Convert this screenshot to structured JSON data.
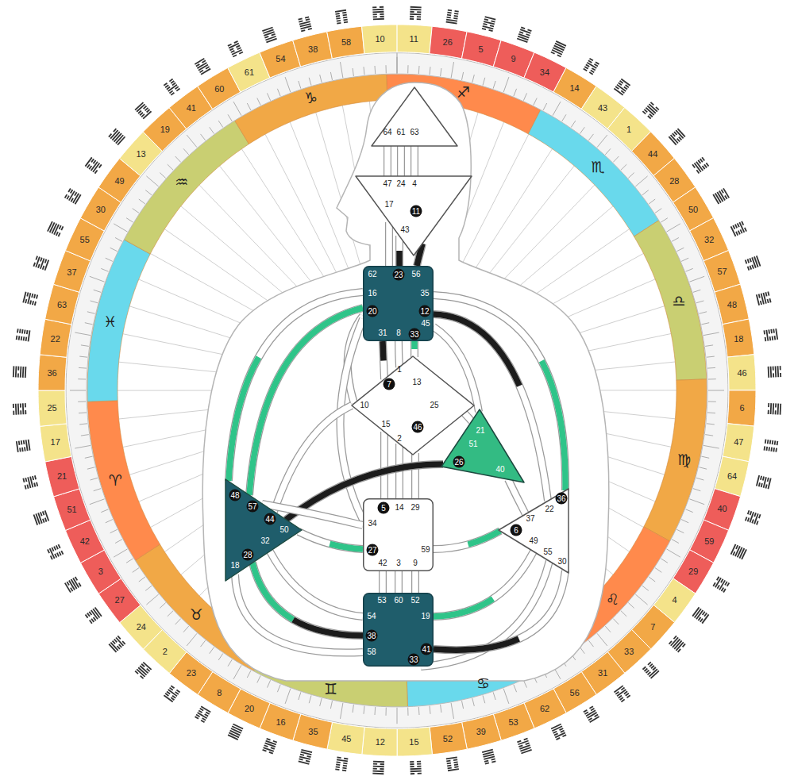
{
  "diagram": {
    "nodes": [
      {
        "text": [
          "64",
          "61",
          "63"
        ]
      },
      {
        "text": [
          "47",
          "24",
          "4",
          "17",
          "11",
          "43"
        ]
      },
      {
        "text": [
          "62",
          "23",
          "56",
          "16",
          "35",
          "20",
          "12",
          "45",
          "31",
          "8",
          "33"
        ]
      },
      {
        "text": [
          "1",
          "7",
          "13",
          "10",
          "25",
          "15",
          "46",
          "2"
        ]
      },
      {
        "text": [
          "21",
          "51",
          "26",
          "40"
        ]
      },
      {
        "text": [
          "48",
          "57",
          "44",
          "50",
          "32",
          "28",
          "18"
        ]
      },
      {
        "text": [
          "5",
          "14",
          "29",
          "34",
          "27",
          "59",
          "42",
          "3",
          "9"
        ]
      },
      {
        "text": [
          "36",
          "22",
          "37",
          "6",
          "49",
          "55",
          "30"
        ]
      },
      {
        "text": [
          "53",
          "60",
          "52",
          "54",
          "19",
          "38",
          "58",
          "41",
          "33"
        ]
      }
    ],
    "edges": [
      {
        "from": 0,
        "to": 1,
        "arrow": "none"
      },
      {
        "from": 0,
        "to": 1,
        "arrow": "none"
      },
      {
        "from": 0,
        "to": 1,
        "arrow": "none"
      },
      {
        "from": 1,
        "to": 2,
        "arrow": "none"
      },
      {
        "from": 1,
        "to": 2,
        "arrow": "none"
      },
      {
        "from": 1,
        "to": 2,
        "arrow": "none"
      },
      {
        "from": 2,
        "to": 5,
        "arrow": "none"
      },
      {
        "from": 2,
        "to": 5,
        "arrow": "none"
      },
      {
        "from": 2,
        "to": 3,
        "arrow": "none"
      },
      {
        "from": 2,
        "to": 3,
        "arrow": "none"
      },
      {
        "from": 2,
        "to": 3,
        "arrow": "none"
      },
      {
        "from": 2,
        "to": 3,
        "arrow": "none"
      },
      {
        "from": 2,
        "to": 6,
        "arrow": "none"
      },
      {
        "from": 2,
        "to": 4,
        "arrow": "none"
      },
      {
        "from": 2,
        "to": 7,
        "arrow": "none"
      },
      {
        "from": 2,
        "to": 7,
        "arrow": "none"
      },
      {
        "from": 3,
        "to": 4,
        "arrow": "none"
      },
      {
        "from": 3,
        "to": 5,
        "arrow": "none"
      },
      {
        "from": 3,
        "to": 6,
        "arrow": "none"
      },
      {
        "from": 3,
        "to": 6,
        "arrow": "none"
      },
      {
        "from": 3,
        "to": 6,
        "arrow": "none"
      },
      {
        "from": 4,
        "to": 5,
        "arrow": "none"
      },
      {
        "from": 4,
        "to": 7,
        "arrow": "none"
      },
      {
        "from": 5,
        "to": 6,
        "arrow": "none"
      },
      {
        "from": 5,
        "to": 6,
        "arrow": "none"
      },
      {
        "from": 6,
        "to": 7,
        "arrow": "none"
      },
      {
        "from": 6,
        "to": 8,
        "arrow": "none"
      },
      {
        "from": 6,
        "to": 8,
        "arrow": "none"
      },
      {
        "from": 6,
        "to": 8,
        "arrow": "none"
      },
      {
        "from": 5,
        "to": 8,
        "arrow": "none"
      },
      {
        "from": 5,
        "to": 8,
        "arrow": "none"
      },
      {
        "from": 5,
        "to": 8,
        "arrow": "none"
      },
      {
        "from": 7,
        "to": 8,
        "arrow": "none"
      },
      {
        "from": 7,
        "to": 8,
        "arrow": "none"
      },
      {
        "from": 7,
        "to": 8,
        "arrow": "none"
      }
    ],
    "labels": [
      "11",
      "26",
      "5",
      "9",
      "34",
      "14",
      "43",
      "1",
      "44",
      "28",
      "50",
      "32",
      "57",
      "48",
      "18",
      "46",
      "6",
      "47",
      "64",
      "40",
      "59",
      "29",
      "4",
      "7",
      "33",
      "31",
      "56",
      "62",
      "53",
      "39",
      "52",
      "15",
      "12",
      "45",
      "35",
      "16",
      "20",
      "8",
      "23",
      "2",
      "24",
      "27",
      "3",
      "42",
      "51",
      "21",
      "17",
      "25",
      "36",
      "22",
      "63",
      "37",
      "55",
      "30",
      "49",
      "13",
      "19",
      "41",
      "60",
      "61",
      "54",
      "38",
      "58",
      "10",
      "♑",
      "♐",
      "♏",
      "♎",
      "♍",
      "♌",
      "♋",
      "♊",
      "♉",
      "♈",
      "♓",
      "♒"
    ]
  }
}
